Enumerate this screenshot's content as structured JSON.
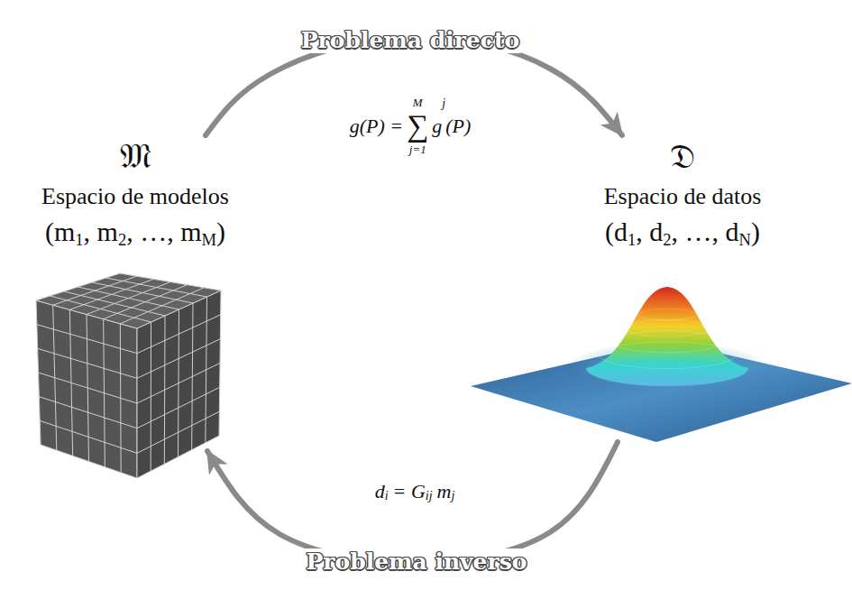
{
  "diagram": {
    "nodes": [
      {
        "text": [
          "𝔐",
          "Espacio de modelos",
          "(m1, m2, …, mM)"
        ]
      },
      {
        "text": [
          "𝔇",
          "Espacio de datos",
          "(d1, d2, …, dN)"
        ]
      }
    ],
    "edges": [
      {
        "from": 0,
        "to": 1,
        "arrow": "to",
        "label": "Problema directo"
      },
      {
        "from": 1,
        "to": 0,
        "arrow": "to",
        "label": "Problema inverso"
      }
    ],
    "labels": [
      "g(P) =",
      "M",
      "∑",
      "j=1",
      "g",
      "j",
      "(P)",
      "d",
      "i",
      "= G",
      "ij",
      "m",
      "j"
    ]
  }
}
